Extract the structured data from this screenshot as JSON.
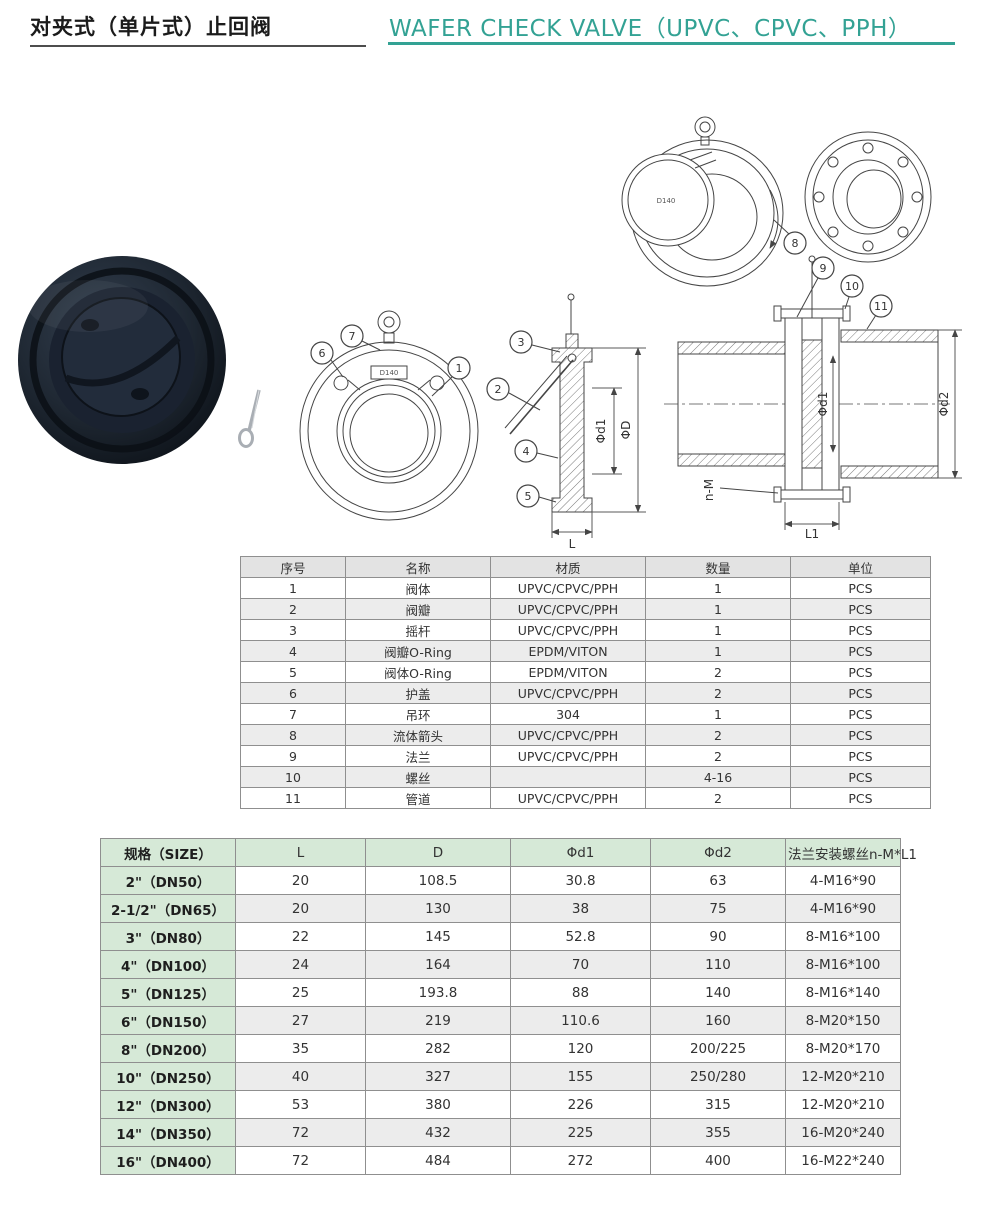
{
  "colors": {
    "accent": "#33a294",
    "table-border": "#8f8f8f",
    "header-gray": "#e3e3e3",
    "row-alt": "#ececec",
    "header-green": "#d6e9d7"
  },
  "header": {
    "title_cn": "对夹式（单片式）止回阀",
    "title_en": "WAFER CHECK VALVE（UPVC、CPVC、PPH）"
  },
  "drawing": {
    "callouts": [
      "1",
      "2",
      "3",
      "4",
      "5",
      "6",
      "7",
      "8",
      "9",
      "10",
      "11"
    ],
    "dims": {
      "phi_d1": "Φd1",
      "phi_D": "ΦD",
      "phi_d2": "Φd2",
      "L": "L",
      "L1": "L1",
      "n_M": "n-M",
      "disc_mark": "D140"
    }
  },
  "parts_table": {
    "headers": [
      "序号",
      "名称",
      "材质",
      "数量",
      "单位"
    ],
    "rows": [
      [
        "1",
        "阀体",
        "UPVC/CPVC/PPH",
        "1",
        "PCS"
      ],
      [
        "2",
        "阀瓣",
        "UPVC/CPVC/PPH",
        "1",
        "PCS"
      ],
      [
        "3",
        "摇杆",
        "UPVC/CPVC/PPH",
        "1",
        "PCS"
      ],
      [
        "4",
        "阀瓣O-Ring",
        "EPDM/VITON",
        "1",
        "PCS"
      ],
      [
        "5",
        "阀体O-Ring",
        "EPDM/VITON",
        "2",
        "PCS"
      ],
      [
        "6",
        "护盖",
        "UPVC/CPVC/PPH",
        "2",
        "PCS"
      ],
      [
        "7",
        "吊环",
        "304",
        "1",
        "PCS"
      ],
      [
        "8",
        "流体箭头",
        "UPVC/CPVC/PPH",
        "2",
        "PCS"
      ],
      [
        "9",
        "法兰",
        "UPVC/CPVC/PPH",
        "2",
        "PCS"
      ],
      [
        "10",
        "螺丝",
        "",
        "4-16",
        "PCS"
      ],
      [
        "11",
        "管道",
        "UPVC/CPVC/PPH",
        "2",
        "PCS"
      ]
    ]
  },
  "size_table": {
    "headers": [
      "规格（SIZE）",
      "L",
      "D",
      "Φd1",
      "Φd2",
      "法兰安装螺丝n-M*L1"
    ],
    "rows": [
      [
        "2\"（DN50）",
        "20",
        "108.5",
        "30.8",
        "63",
        "4-M16*90"
      ],
      [
        "2-1/2\"（DN65）",
        "20",
        "130",
        "38",
        "75",
        "4-M16*90"
      ],
      [
        "3\"（DN80）",
        "22",
        "145",
        "52.8",
        "90",
        "8-M16*100"
      ],
      [
        "4\"（DN100）",
        "24",
        "164",
        "70",
        "110",
        "8-M16*100"
      ],
      [
        "5\"（DN125）",
        "25",
        "193.8",
        "88",
        "140",
        "8-M16*140"
      ],
      [
        "6\"（DN150）",
        "27",
        "219",
        "110.6",
        "160",
        "8-M20*150"
      ],
      [
        "8\"（DN200）",
        "35",
        "282",
        "120",
        "200/225",
        "8-M20*170"
      ],
      [
        "10\"（DN250）",
        "40",
        "327",
        "155",
        "250/280",
        "12-M20*210"
      ],
      [
        "12\"（DN300）",
        "53",
        "380",
        "226",
        "315",
        "12-M20*210"
      ],
      [
        "14\"（DN350）",
        "72",
        "432",
        "225",
        "355",
        "16-M20*240"
      ],
      [
        "16\"（DN400）",
        "72",
        "484",
        "272",
        "400",
        "16-M22*240"
      ]
    ]
  }
}
